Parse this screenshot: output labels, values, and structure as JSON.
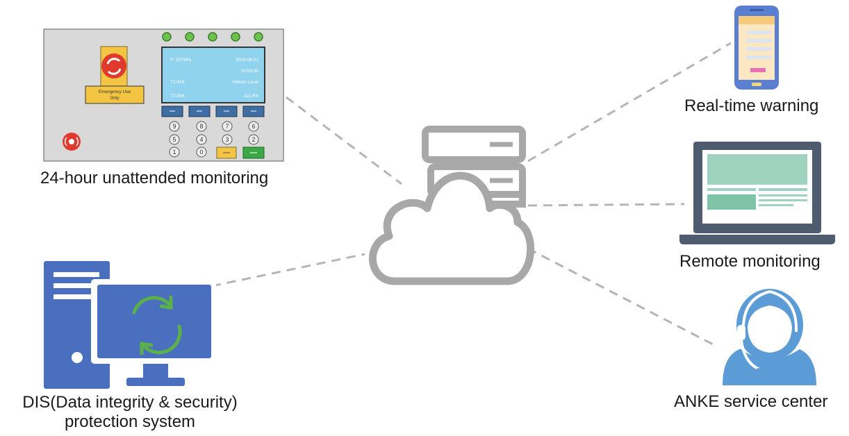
{
  "labels": {
    "unattended": "24-hour unattended monitoring",
    "realtime": "Real-time warning",
    "remote": "Remote monitoring",
    "service": "ANKE service center",
    "dis_line1": "DIS(Data integrity & security)",
    "dis_line2": "protection system"
  },
  "panel": {
    "emergency_label_1": "Emergency Use",
    "emergency_label_2": "Only",
    "screen": {
      "pressure": "P: 2079Pa",
      "date": "2019-08-21",
      "time": "10:53:35",
      "t1": "T1:41K",
      "helium_label": "Helium Level",
      "t2": "T2:45K",
      "helium_value": "112.4%"
    },
    "keys": [
      "9",
      "8",
      "7",
      "6",
      "5",
      "4",
      "3",
      "2",
      "1",
      "0"
    ]
  },
  "colors": {
    "connector": "#b5b5b5",
    "cloud": "#a8a8a8",
    "dis_blue": "#4a6fbf",
    "dis_arrows": "#5bb04a",
    "phone": "#5b7fd0",
    "laptop_frame": "#4f5b6e",
    "laptop_screen": "#9fd3c0",
    "headset": "#5b9bd6",
    "panel_bg": "#d9d9d9",
    "screen_bg": "#8fd3ef",
    "emergency_yellow": "#f4c542",
    "emergency_red": "#e03a2f"
  },
  "icons": [
    "control-panel-icon",
    "cloud-server-icon",
    "smartphone-icon",
    "laptop-icon",
    "service-agent-icon",
    "dis-computer-icon"
  ]
}
